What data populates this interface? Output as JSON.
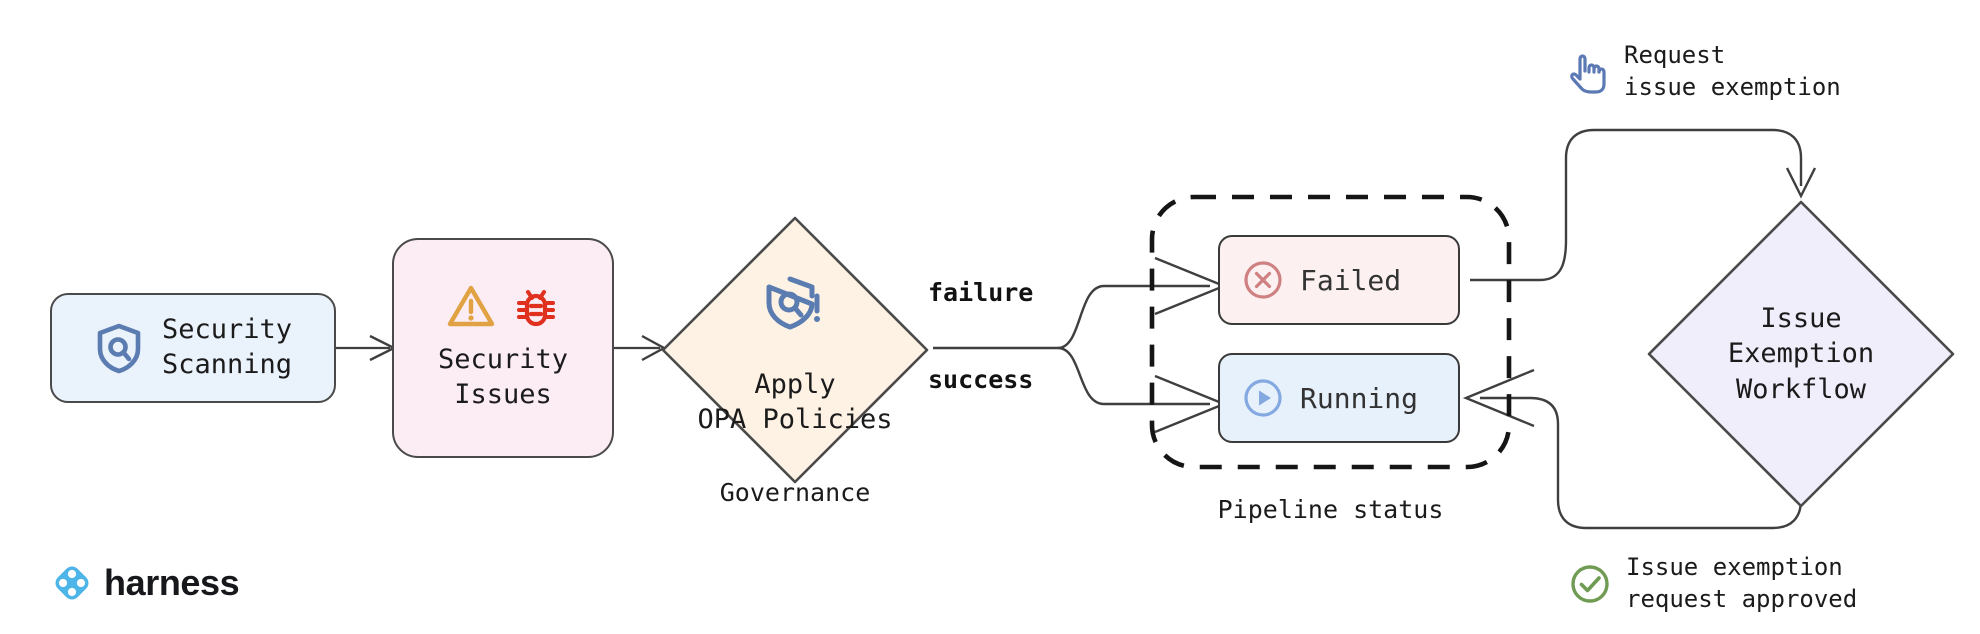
{
  "diagram": {
    "title": "Security scanning governance and issue exemption workflow",
    "background": "#ffffff"
  },
  "nodes": {
    "security_scanning": {
      "label": "Security\nScanning",
      "icon": "shield-search-icon",
      "fill": "#eaf2fc",
      "stroke": "#4a4a4a"
    },
    "security_issues": {
      "label": "Security\nIssues",
      "icons": [
        "warning-triangle-icon",
        "bug-icon"
      ],
      "fill": "#fcecf4",
      "stroke": "#4a4a4a",
      "warning_color": "#e0a243",
      "bug_color": "#e0301e"
    },
    "governance": {
      "label": "Apply\nOPA Policies",
      "caption": "Governance",
      "icon": "shield-alert-icon",
      "fill": "#fdf2e4",
      "stroke": "#4a4a4a"
    },
    "pipeline_status": {
      "caption": "Pipeline status",
      "items": [
        {
          "label": "Failed",
          "icon": "x-circle-icon",
          "fill": "#fcf0f0",
          "icon_color": "#cf8181",
          "stroke": "#3a3a3a"
        },
        {
          "label": "Running",
          "icon": "play-circle-icon",
          "fill": "#e7f1fc",
          "icon_color": "#83a9e0",
          "stroke": "#3a3a3a"
        }
      ]
    },
    "issue_exemption_workflow": {
      "label": "Issue\nExemption\nWorkflow",
      "fill": "#f0eefb",
      "stroke": "#4a4a4a"
    }
  },
  "edges": [
    {
      "from": "security_scanning",
      "to": "security_issues",
      "label": ""
    },
    {
      "from": "security_issues",
      "to": "governance",
      "label": ""
    },
    {
      "from": "governance",
      "to": "failed",
      "label": "failure"
    },
    {
      "from": "governance",
      "to": "running",
      "label": "success"
    },
    {
      "from": "failed",
      "to": "issue_exemption_workflow",
      "label": ""
    },
    {
      "from": "issue_exemption_workflow",
      "to": "running",
      "label": ""
    }
  ],
  "edge_labels": {
    "failure": "failure",
    "success": "success"
  },
  "annotations": [
    {
      "id": "request-exemption",
      "icon": "click-hand-icon",
      "icon_color": "#5a79b5",
      "text": "Request\nissue exemption"
    },
    {
      "id": "exemption-approved",
      "icon": "check-circle-icon",
      "icon_color": "#6f9b52",
      "text": "Issue exemption\nrequest approved"
    }
  ],
  "brand": {
    "name": "harness",
    "logo": "harness-diamond-logo",
    "color": "#4db5e8"
  }
}
